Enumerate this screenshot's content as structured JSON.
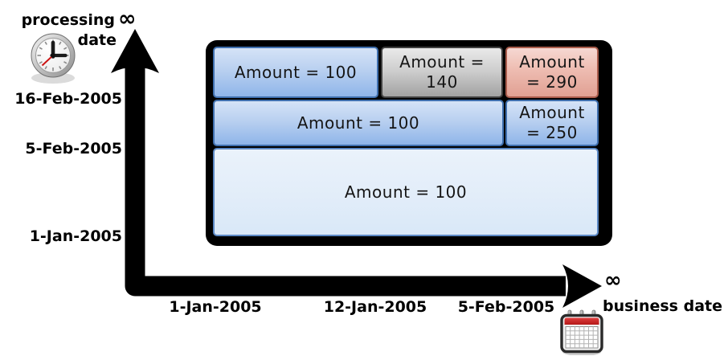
{
  "diagram": {
    "processing_axis": {
      "title_line1": "processing",
      "title_line2": "date",
      "infinity_symbol": "∞",
      "ticks": [
        "16-Feb-2005",
        "5-Feb-2005",
        "1-Jan-2005"
      ]
    },
    "business_axis": {
      "title": "business date",
      "infinity_symbol": "∞",
      "ticks": [
        "1-Jan-2005",
        "12-Jan-2005",
        "5-Feb-2005"
      ]
    },
    "boxes": {
      "r1c1": {
        "label": "Amount = 100",
        "style": "blue"
      },
      "r1c2": {
        "line1": "Amount =",
        "line2": "140",
        "style": "gray"
      },
      "r1c3": {
        "line1": "Amount",
        "line2": "= 290",
        "style": "red"
      },
      "r2c1": {
        "label": "Amount = 100",
        "style": "blue"
      },
      "r2c3": {
        "line1": "Amount",
        "line2": "= 250",
        "style": "blue"
      },
      "r3": {
        "label": "Amount = 100",
        "style": "light"
      }
    },
    "icons": {
      "y_axis_icon": "clock-icon",
      "x_axis_icon": "calendar-icon"
    },
    "colors": {
      "background": "#ffffff",
      "axis": "#000000",
      "blue_top": "#d5e3f7",
      "blue_bottom": "#8fb5e9",
      "blue_border": "#3f6fae",
      "gray_top": "#eaeaea",
      "gray_bottom": "#a2a2a2",
      "gray_border": "#404040",
      "red_top": "#f6d8d2",
      "red_bottom": "#e0a093",
      "red_border": "#a95c4c",
      "light_top": "#eaf2fb",
      "light_bottom": "#d9e8f8",
      "light_border": "#5b88c4"
    }
  }
}
